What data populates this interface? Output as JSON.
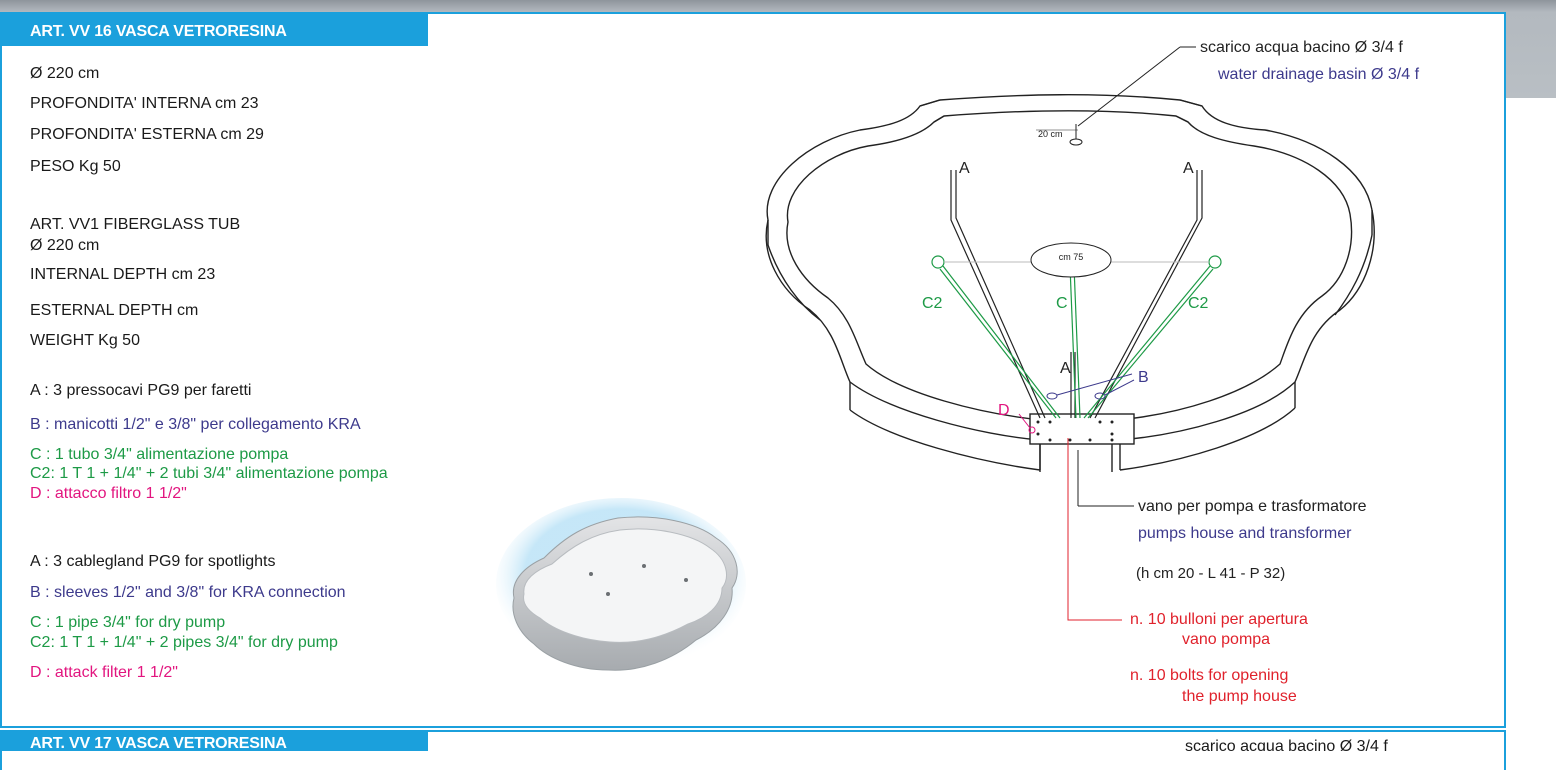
{
  "header1": "ART. VV 16 VASCA VETRORESINA",
  "header2": "ART. VV 17 VASCA VETRORESINA",
  "specs_it": [
    "Ø 220 cm",
    "PROFONDITA' INTERNA cm 23",
    "PROFONDITA' ESTERNA cm 29",
    "PESO Kg 50"
  ],
  "specs_en": [
    "ART. VV1 FIBERGLASS TUB",
    "Ø 220 cm",
    "INTERNAL DEPTH cm 23",
    "ESTERNAL DEPTH cm",
    "WEIGHT Kg 50"
  ],
  "legend_it": {
    "a": "A : 3 pressocavi PG9 per faretti",
    "b": "B : manicotti 1/2\" e 3/8\" per  collegamento KRA",
    "c": "C : 1 tubo  3/4\" alimentazione pompa",
    "c2": "C2: 1 T 1 + 1/4\"  + 2 tubi  3/4\" alimentazione pompa",
    "d": "D : attacco filtro 1 1/2\""
  },
  "legend_en": {
    "a": "A : 3 cablegland PG9 for spotlights",
    "b": "B : sleeves 1/2\" and 3/8\" for KRA connection",
    "c": "C : 1 pipe 3/4\" for dry pump",
    "c2": "C2: 1 T 1 + 1/4\" + 2 pipes 3/4\" for dry pump",
    "d": "D : attack filter 1 1/2\""
  },
  "diagram": {
    "drain_it": "scarico acqua bacino Ø 3/4 f",
    "drain_en": "water drainage basin Ø 3/4 f",
    "drain_it_partial": "scarico acqua bacino Ø 3/4 f",
    "dim_20": "20 cm",
    "dim_75": "cm 75",
    "label_a": "A",
    "label_b": "B",
    "label_c": "C",
    "label_c2": "C2",
    "label_d": "D",
    "pump_it": "vano per pompa e trasformatore",
    "pump_en": "pumps house and transformer",
    "pump_dims": "(h cm 20 - L 41 - P 32)",
    "bolts_it_1": "n. 10 bulloni per apertura",
    "bolts_it_2": "vano pompa",
    "bolts_en_1": "n. 10 bolts for opening",
    "bolts_en_2": "the pump house"
  },
  "colors": {
    "accent": "#1ba0dc",
    "blue_text": "#3d3a8c",
    "green_text": "#1d9a46",
    "magenta_text": "#e2157f",
    "red_text": "#e0222c"
  }
}
